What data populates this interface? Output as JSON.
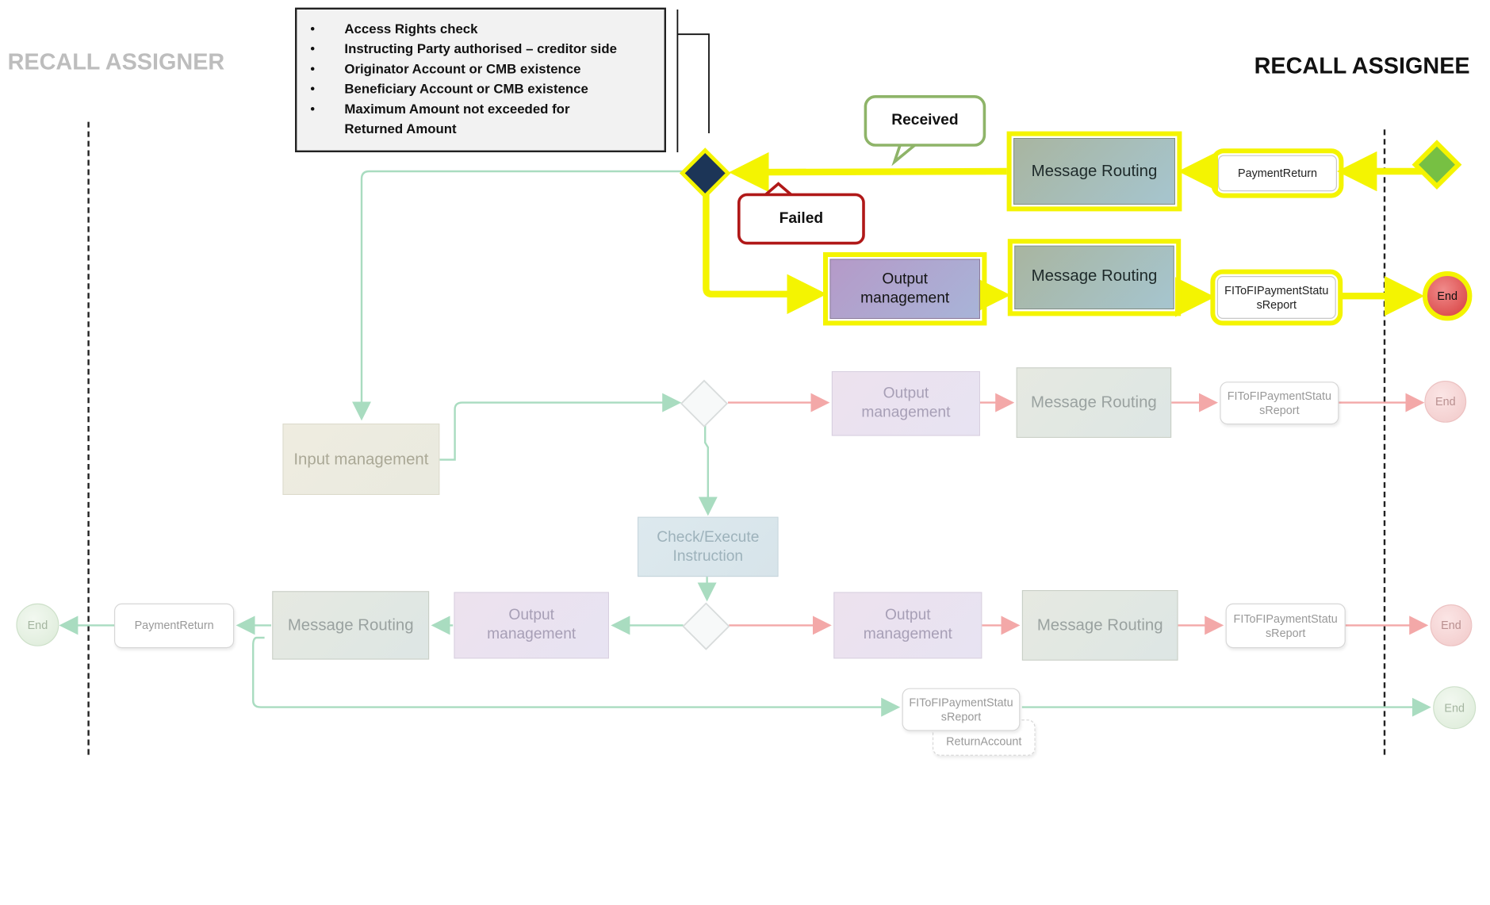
{
  "lanes": {
    "assigner": "RECALL ASSIGNER",
    "assignee": "RECALL ASSIGNEE"
  },
  "checklist": {
    "items": [
      "Access Rights check",
      "Instructing Party authorised – creditor side",
      "Originator Account or CMB existence",
      "Beneficiary Account or CMB existence",
      "Maximum Amount not exceeded for Returned Amount"
    ]
  },
  "callouts": {
    "received": "Received",
    "failed": "Failed"
  },
  "active_path": {
    "message_routing_in": "Message Routing",
    "payment_return_in": "PaymentReturn",
    "output_management": "Output management",
    "message_routing_out": "Message Routing",
    "status_report": "FIToFIPaymentStatusReport",
    "end": "End"
  },
  "faded": {
    "input_management": "Input management",
    "check_execute": "Check/Execute Instruction",
    "row3_output": "Output management",
    "row3_routing": "Message Routing",
    "row3_report": "FIToFIPaymentStatusReport",
    "row3_end": "End",
    "row5_output_left": "Output management",
    "row5_routing_left": "Message Routing",
    "row5_payment_return": "PaymentReturn",
    "row5_end_left": "End",
    "row5_output_right": "Output management",
    "row5_routing_right": "Message Routing",
    "row5_report": "FIToFIPaymentStatusReport",
    "row5_end_right": "End",
    "row6_report": "FIToFIPaymentStatusReport",
    "row6_return_account": "ReturnAccount",
    "row6_end": "End"
  },
  "colors": {
    "highlight": "#f4f401",
    "flow_green": "#a9dcc0",
    "flow_red": "#f3a8a8",
    "gateway_dark": "#1c3557",
    "gateway_start": "#77c043",
    "cross_red": "#e21a1a"
  }
}
